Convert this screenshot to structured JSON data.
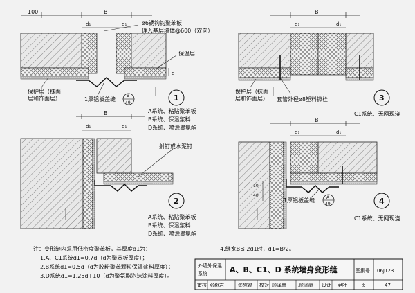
{
  "detail_1": {
    "dim_100": "100",
    "dim_B": "B",
    "dim_d1_left": "d₁",
    "dim_d1_right": "d₁",
    "anchor_note_1": "ø6锈钩钩聚苯板",
    "anchor_note_2": "理入基层墙体@600（双向）",
    "insulation_label": "保温层",
    "protect_label_1": "保护层（抹面",
    "protect_label_2": "层和饰面层）",
    "cover_label": "1厚铝板盖缝",
    "ref_num": "A",
    "ref_page": "49",
    "circle_num": "1",
    "dim_d": "d",
    "sys_A": "A系统、粘贴聚苯板",
    "sys_B": "B系统、保温浆料",
    "sys_D": "D系统、喷涂聚氨酯"
  },
  "detail_2": {
    "dim_B": "B",
    "dim_d1_left": "d₁",
    "dim_d1_right": "d₁",
    "nail_label": "射钉或水泥钉",
    "circle_num": "2",
    "dim_d": "d",
    "sys_A": "A系统、粘贴聚苯板",
    "sys_B": "B系统、保温浆料",
    "sys_D": "D系统、喷涂聚氨酯"
  },
  "detail_3": {
    "dim_B": "B",
    "dim_d1_left": "d₁",
    "dim_d1_right": "d₁",
    "protect_label_1": "保护层（抹面",
    "protect_label_2": "层和饰面层）",
    "anchor_label": "套管外径ø8塑料锨栓",
    "circle_num": "3",
    "system_note": "C1系统、无网现浇"
  },
  "detail_4": {
    "dim_B": "B",
    "dim_d1_left": "d₁",
    "dim_d1_right": "d₁",
    "dim_10": "10",
    "dim_40": "40",
    "cover_label": "1厚铝板盖缝",
    "ref_num": "A",
    "ref_page": "49",
    "circle_num": "4",
    "system_note": "C1系统、无网现浇"
  },
  "notes": {
    "line_main": "注：变形缝内采用低密度聚苯板，其厚度d1为：",
    "line_1": "1.A、C1系统d1=0.7d（d为聚苯板厚度）；",
    "line_2": "2.B系统d1=0.5d（d为胶粉聚苯颗粒保温浆料厚度）；",
    "line_3": "3.D系统d1=1.25d+10（d为聚氨酯泡沫涂料厚度）。",
    "line_4": "4.缝宽B≤ 2d1时，d1=B/2。"
  },
  "title_block": {
    "category_1": "外墙外保温",
    "category_2": "系统",
    "title": "A、B、C1、D 系统墙身变形缝",
    "atlas_label": "图集号",
    "atlas_value": "06J123",
    "review_label": "审核",
    "review_name": "张树君",
    "review_sign": "张树君",
    "check_label": "校对",
    "check_name": "顾泽南",
    "check_sign": "顾泽南",
    "design_label": "设计",
    "design_name": "尹叶",
    "page_label": "页",
    "page_value": "47"
  }
}
